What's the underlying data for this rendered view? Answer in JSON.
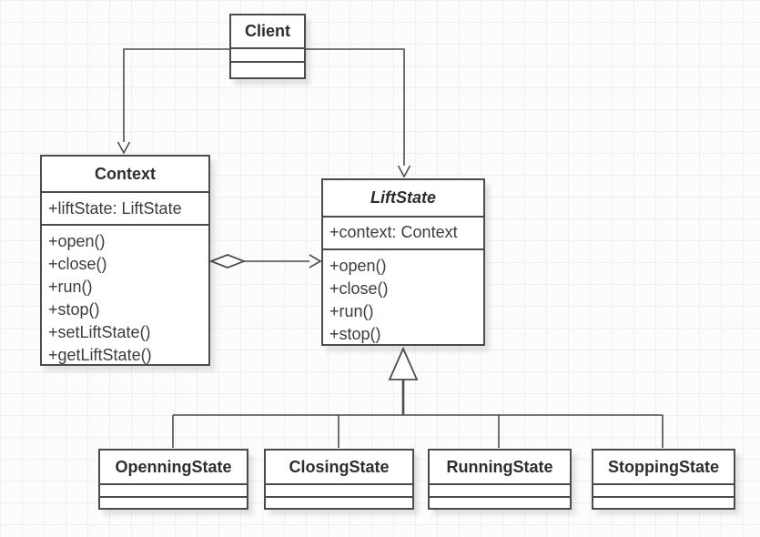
{
  "diagram": {
    "classes": {
      "client": {
        "title": "Client"
      },
      "context": {
        "title": "Context",
        "attributes": [
          "+liftState: LiftState"
        ],
        "methods": [
          "+open()",
          "+close()",
          "+run()",
          "+stop()",
          "+setLiftState()",
          "+getLiftState()"
        ]
      },
      "liftstate": {
        "title": "LiftState",
        "stereotype": "abstract",
        "attributes": [
          "+context: Context"
        ],
        "methods": [
          "+open()",
          "+close()",
          "+run()",
          "+stop()"
        ]
      },
      "openningstate": {
        "title": "OpenningState"
      },
      "closingstate": {
        "title": "ClosingState"
      },
      "runningstate": {
        "title": "RunningState"
      },
      "stoppingstate": {
        "title": "StoppingState"
      }
    },
    "relationships": [
      {
        "from": "Client",
        "to": "Context",
        "type": "directed-association"
      },
      {
        "from": "Client",
        "to": "LiftState",
        "type": "directed-association"
      },
      {
        "from": "Context",
        "to": "LiftState",
        "type": "aggregation"
      },
      {
        "from": "OpenningState",
        "to": "LiftState",
        "type": "generalization"
      },
      {
        "from": "ClosingState",
        "to": "LiftState",
        "type": "generalization"
      },
      {
        "from": "RunningState",
        "to": "LiftState",
        "type": "generalization"
      },
      {
        "from": "StoppingState",
        "to": "LiftState",
        "type": "generalization"
      }
    ],
    "colors": {
      "box_border": "#4b4b4b",
      "box_fill": "#ffffff",
      "title_text": "#2d2d2d",
      "member_text": "#3c3c3c",
      "edge_stroke": "#4d4d4d",
      "grid_line": "#f0f0f0",
      "background": "#fcfcfc"
    }
  }
}
